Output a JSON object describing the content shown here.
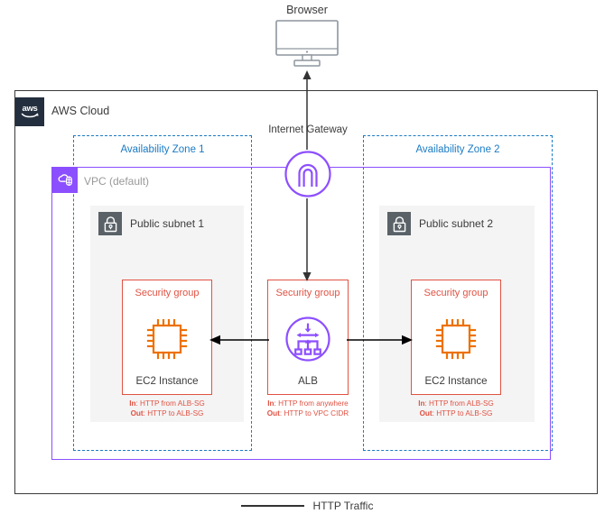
{
  "diagram": {
    "title": "AWS ALB multi-AZ EC2 architecture",
    "colors": {
      "aws_navy": "#232f3e",
      "vpc_purple": "#8c4fff",
      "az_blue": "#1a7bc4",
      "security_group_red": "#e05243",
      "ec2_orange": "#ed7100",
      "subnet_grey": "#5a6268",
      "connector_black": "#333333"
    }
  },
  "browser": {
    "label": "Browser",
    "icon": "monitor-icon"
  },
  "aws_cloud": {
    "label": "AWS Cloud",
    "logo_text": "aws",
    "logo_icon": "aws-logo-icon"
  },
  "internet_gateway": {
    "label": "Internet Gateway",
    "icon": "internet-gateway-icon"
  },
  "vpc": {
    "label": "VPC (default)",
    "icon": "vpc-icon"
  },
  "availability_zones": [
    {
      "label": "Availability Zone 1",
      "subnet": {
        "label": "Public subnet 1",
        "icon": "public-subnet-lock-icon"
      },
      "security_group": {
        "title": "Security group",
        "node_label": "EC2 Instance",
        "node_icon": "ec2-instance-icon",
        "rules": {
          "in_key": "In",
          "in_value": ": HTTP from ALB-SG",
          "out_key": "Out",
          "out_value": ": HTTP to ALB-SG"
        }
      }
    },
    {
      "label": "Availability Zone 2",
      "subnet": {
        "label": "Public subnet 2",
        "icon": "public-subnet-lock-icon"
      },
      "security_group": {
        "title": "Security group",
        "node_label": "EC2 Instance",
        "node_icon": "ec2-instance-icon",
        "rules": {
          "in_key": "In",
          "in_value": ": HTTP from ALB-SG",
          "out_key": "Out",
          "out_value": ": HTTP to ALB-SG"
        }
      }
    }
  ],
  "load_balancer": {
    "security_group": {
      "title": "Security group",
      "node_label": "ALB",
      "node_icon": "application-load-balancer-icon",
      "rules": {
        "in_key": "In",
        "in_value": ": HTTP from anywhere",
        "out_key": "Out",
        "out_value": ": HTTP to VPC CIDR"
      }
    }
  },
  "legend": {
    "label": "HTTP Traffic",
    "line_style": "solid-black"
  }
}
